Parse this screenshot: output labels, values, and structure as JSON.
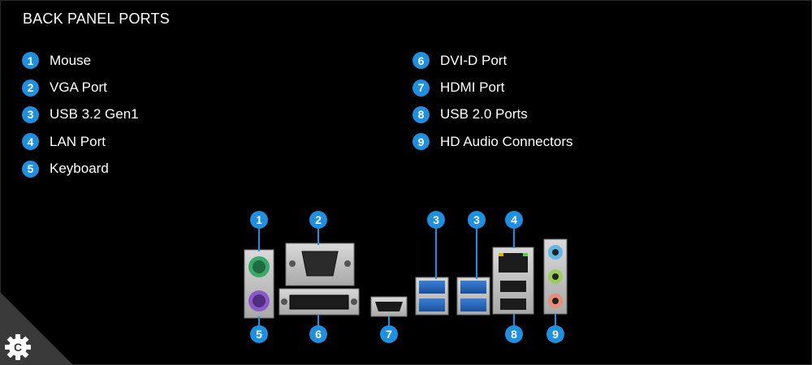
{
  "title": "BACK PANEL PORTS",
  "legend_left": [
    {
      "num": "1",
      "label": "Mouse"
    },
    {
      "num": "2",
      "label": "VGA Port"
    },
    {
      "num": "3",
      "label": "USB 3.2 Gen1"
    },
    {
      "num": "4",
      "label": "LAN Port"
    },
    {
      "num": "5",
      "label": "Keyboard"
    }
  ],
  "legend_right": [
    {
      "num": "6",
      "label": "DVI-D Port"
    },
    {
      "num": "7",
      "label": "HDMI Port"
    },
    {
      "num": "8",
      "label": "USB 2.0 Ports"
    },
    {
      "num": "9",
      "label": "HD Audio Connectors"
    }
  ],
  "callouts_top": [
    "1",
    "2",
    "3",
    "3",
    "4"
  ],
  "callouts_bottom": [
    "5",
    "6",
    "7",
    "8",
    "9"
  ],
  "accent_color": "#1f8fe0",
  "corner_icon": "gear-icon",
  "corner_letter": "C"
}
